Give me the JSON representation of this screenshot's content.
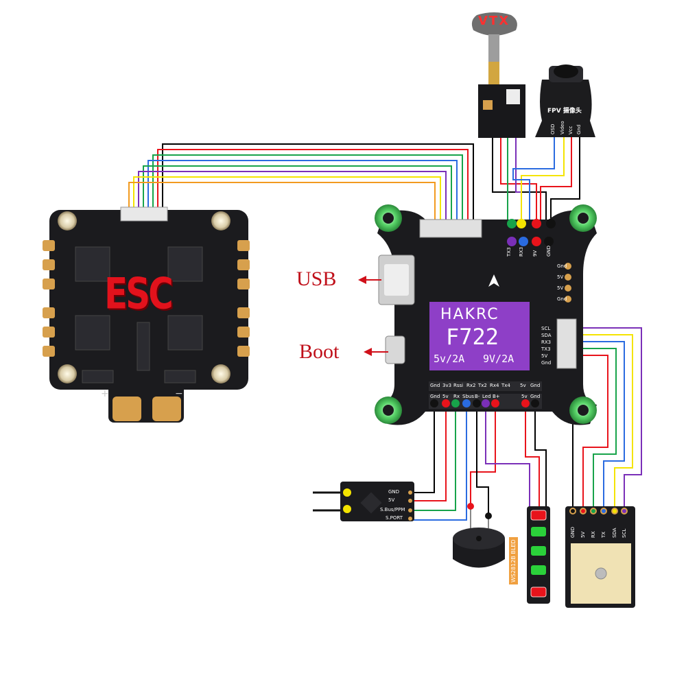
{
  "labels": {
    "vtx": "VTX",
    "esc": "ESC",
    "usb": "USB",
    "boot": "Boot",
    "brand": "HAKRC",
    "model": "F722",
    "volt_5v": "5v/2A",
    "volt_9v": "9V/2A",
    "camera": "FPV 摄像头",
    "led": "WS2812B BLED",
    "top_pads": [
      "TX3",
      "RX3",
      "9V",
      "GND"
    ],
    "left_vertical": [
      "Gnd",
      "5V",
      "5V",
      "Gnd"
    ],
    "i2c_pads": [
      "SCL",
      "SDA",
      "RX3",
      "TX3",
      "5V",
      "Gnd"
    ],
    "bottom_top_row": [
      "Gnd",
      "3v3",
      "Rssi",
      "Rx2",
      "Tx2",
      "Rx4",
      "Tx4",
      "5v",
      "Gnd"
    ],
    "bottom_bot_row": [
      "Gnd",
      "5v",
      "Rx",
      "Sbus",
      "B-",
      "Led",
      "B+",
      "5v",
      "Gnd"
    ],
    "receiver_pins": [
      "GND",
      "5V",
      "S.Bus/PPM",
      "S.PORT"
    ],
    "gps_pins": [
      "GND",
      "5V",
      "RX",
      "TX",
      "SDA",
      "SCL"
    ],
    "camera_pins": [
      "OSD",
      "Video",
      "Vcc",
      "Gnd"
    ]
  },
  "colors": {
    "wire_black": "#000000",
    "wire_red": "#e8131b",
    "wire_yellow": "#f4e400",
    "wire_green": "#17a34a",
    "wire_blue": "#2a6be0",
    "wire_purple": "#7a2fb8",
    "wire_orange": "#f29a1f",
    "board": "#1b1b1e",
    "fc_chip": "#8e3fc7",
    "standoff": "#58d368",
    "pad_gold": "#d7a04d",
    "esc_text": "#e2121c",
    "annotation": "#c0101a"
  }
}
